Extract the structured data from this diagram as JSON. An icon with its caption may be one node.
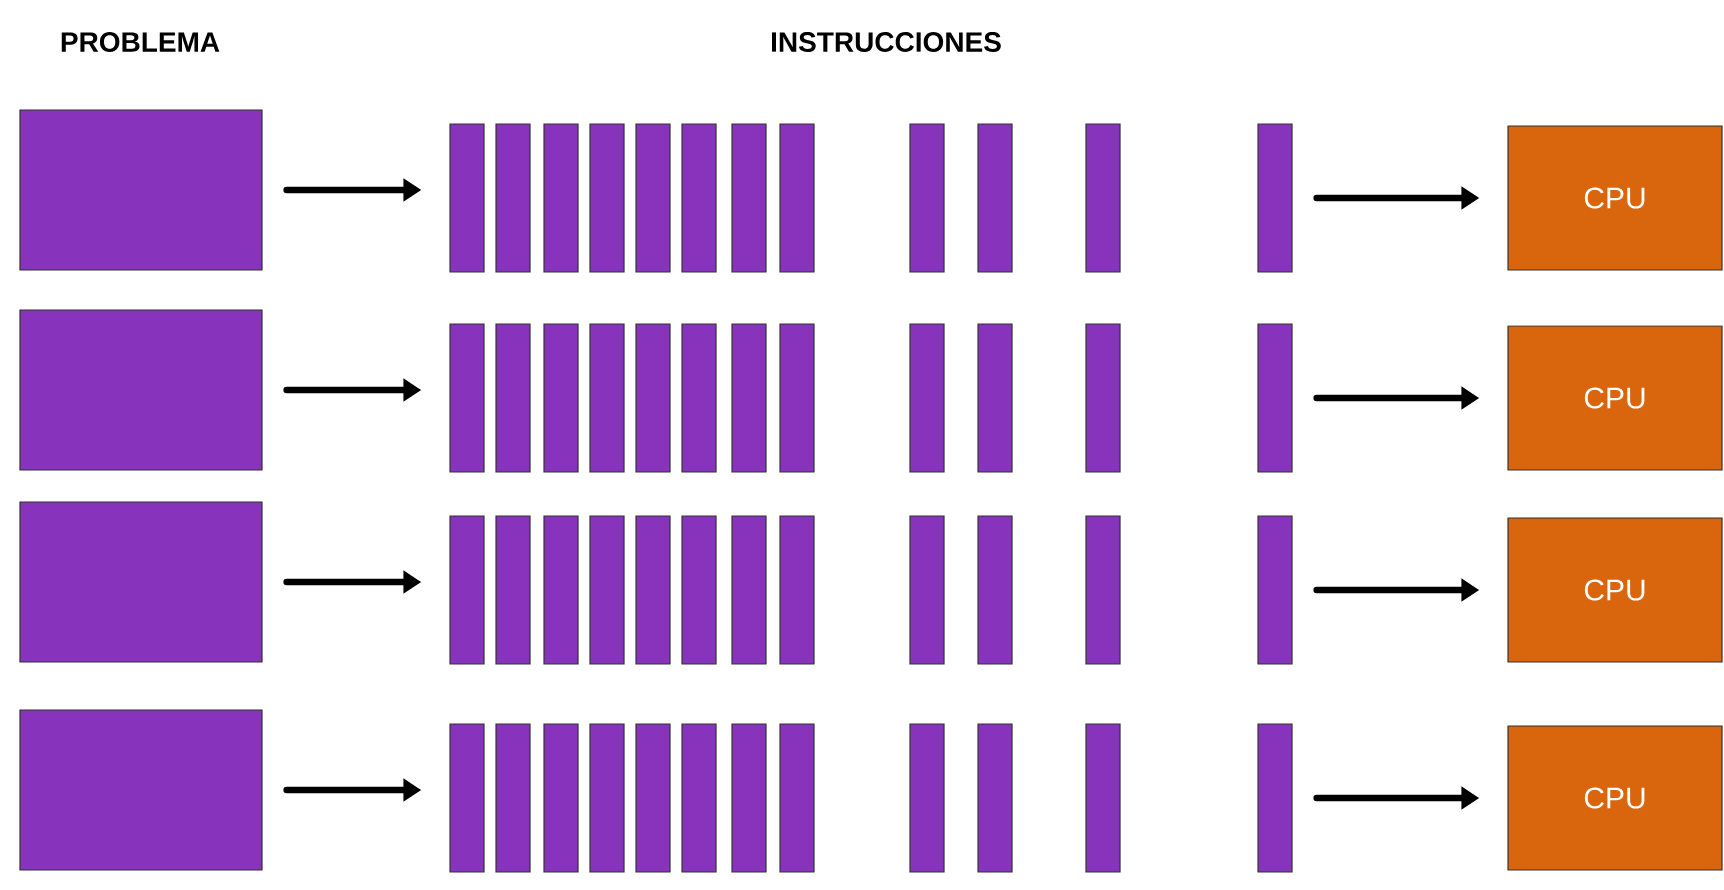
{
  "diagram": {
    "nodes": [
      {
        "text": [],
        "shape": "box"
      },
      {
        "text": [],
        "shape": "bar"
      },
      {
        "text": [],
        "shape": "bar"
      },
      {
        "text": [],
        "shape": "bar"
      },
      {
        "text": [],
        "shape": "bar"
      },
      {
        "text": [],
        "shape": "bar"
      },
      {
        "text": [],
        "shape": "bar"
      },
      {
        "text": [],
        "shape": "bar"
      },
      {
        "text": [],
        "shape": "bar"
      },
      {
        "text": [],
        "shape": "bar"
      },
      {
        "text": [],
        "shape": "bar"
      },
      {
        "text": [],
        "shape": "bar"
      },
      {
        "text": [],
        "shape": "bar"
      },
      {
        "text": [
          "CPU"
        ]
      },
      {
        "text": [],
        "shape": "box"
      },
      {
        "text": [],
        "shape": "bar"
      },
      {
        "text": [],
        "shape": "bar"
      },
      {
        "text": [],
        "shape": "bar"
      },
      {
        "text": [],
        "shape": "bar"
      },
      {
        "text": [],
        "shape": "bar"
      },
      {
        "text": [],
        "shape": "bar"
      },
      {
        "text": [],
        "shape": "bar"
      },
      {
        "text": [],
        "shape": "bar"
      },
      {
        "text": [],
        "shape": "bar"
      },
      {
        "text": [],
        "shape": "bar"
      },
      {
        "text": [],
        "shape": "bar"
      },
      {
        "text": [],
        "shape": "bar"
      },
      {
        "text": [
          "CPU"
        ]
      },
      {
        "text": [],
        "shape": "box"
      },
      {
        "text": [],
        "shape": "bar"
      },
      {
        "text": [],
        "shape": "bar"
      },
      {
        "text": [],
        "shape": "bar"
      },
      {
        "text": [],
        "shape": "bar"
      },
      {
        "text": [],
        "shape": "bar"
      },
      {
        "text": [],
        "shape": "bar"
      },
      {
        "text": [],
        "shape": "bar"
      },
      {
        "text": [],
        "shape": "bar"
      },
      {
        "text": [],
        "shape": "bar"
      },
      {
        "text": [],
        "shape": "bar"
      },
      {
        "text": [],
        "shape": "bar"
      },
      {
        "text": [],
        "shape": "bar"
      },
      {
        "text": [
          "CPU"
        ]
      },
      {
        "text": [],
        "shape": "box"
      },
      {
        "text": [],
        "shape": "bar"
      },
      {
        "text": [],
        "shape": "bar"
      },
      {
        "text": [],
        "shape": "bar"
      },
      {
        "text": [],
        "shape": "bar"
      },
      {
        "text": [],
        "shape": "bar"
      },
      {
        "text": [],
        "shape": "bar"
      },
      {
        "text": [],
        "shape": "bar"
      },
      {
        "text": [],
        "shape": "bar"
      },
      {
        "text": [],
        "shape": "bar"
      },
      {
        "text": [],
        "shape": "bar"
      },
      {
        "text": [],
        "shape": "bar"
      },
      {
        "text": [],
        "shape": "bar"
      },
      {
        "text": [
          "CPU"
        ]
      }
    ],
    "edges": [
      {
        "from": 0,
        "to": 1,
        "arrow": "to"
      },
      {
        "from": 12,
        "to": 13,
        "arrow": "to"
      },
      {
        "from": 14,
        "to": 15,
        "arrow": "to"
      },
      {
        "from": 26,
        "to": 27,
        "arrow": "to"
      },
      {
        "from": 28,
        "to": 29,
        "arrow": "to"
      },
      {
        "from": 40,
        "to": 41,
        "arrow": "to"
      },
      {
        "from": 42,
        "to": 43,
        "arrow": "to"
      },
      {
        "from": 54,
        "to": 55,
        "arrow": "to"
      }
    ],
    "labels": [
      "PROBLEMA",
      "INSTRUCCIONES"
    ]
  }
}
